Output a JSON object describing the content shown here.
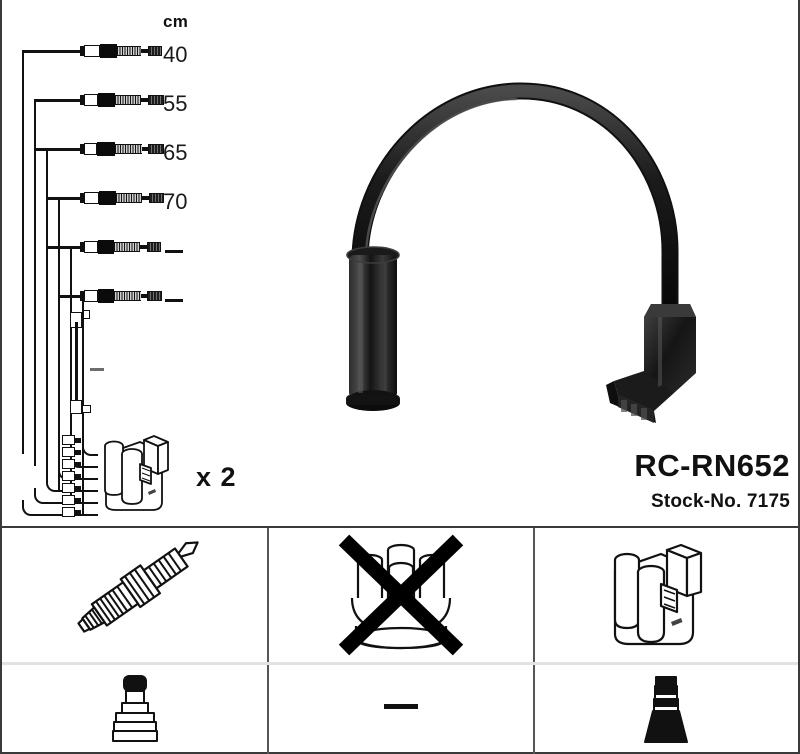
{
  "product": {
    "name": "RC-RN652",
    "stock_label": "Stock-No. 7175",
    "quantity_note": "x 2"
  },
  "length_table": {
    "unit_header": "cm",
    "rows": [
      {
        "index": 1,
        "length": "40",
        "has_value": true
      },
      {
        "index": 2,
        "length": "55",
        "has_value": true
      },
      {
        "index": 3,
        "length": "65",
        "has_value": true
      },
      {
        "index": 4,
        "length": "70",
        "has_value": true
      },
      {
        "index": 5,
        "length": "—",
        "has_value": false
      },
      {
        "index": 6,
        "length": "—",
        "has_value": false
      }
    ],
    "extra_cable": {
      "length": "—",
      "has_value": false
    }
  },
  "legend": {
    "cells": [
      {
        "id": "spark-plug",
        "top_icon": "spark-plug-icon",
        "bottom_icon": "spark-plug-boot-icon",
        "crossed_out": false
      },
      {
        "id": "distributor-cap",
        "top_icon": "distributor-cap-icon",
        "bottom_icon": "dash-icon",
        "bottom_text": "—",
        "crossed_out": true
      },
      {
        "id": "ignition-coil",
        "top_icon": "ignition-coil-icon",
        "bottom_icon": "coil-boot-icon",
        "crossed_out": false
      }
    ]
  },
  "colors": {
    "ink": "#111111",
    "frame": "#3a3a3a",
    "divider": "#555555",
    "sub_divider": "#e2e2e2",
    "paper": "#ffffff",
    "cable": "#181818"
  }
}
